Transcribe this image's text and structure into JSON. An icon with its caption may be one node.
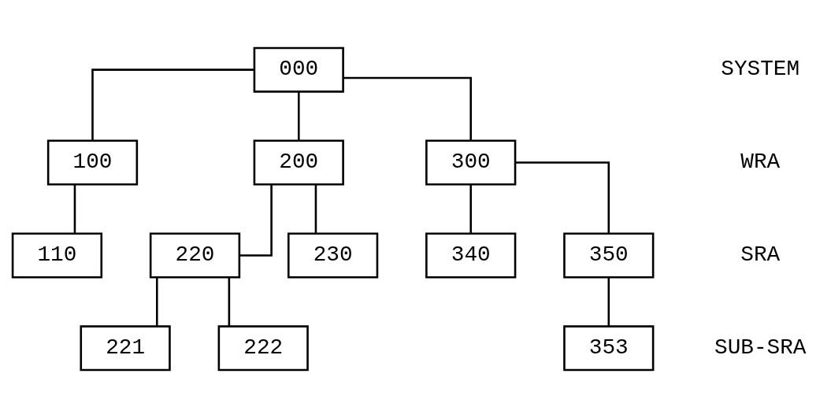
{
  "diagram": {
    "nodes": [
      {
        "text": [
          "000"
        ]
      },
      {
        "text": [
          "100"
        ]
      },
      {
        "text": [
          "200"
        ]
      },
      {
        "text": [
          "300"
        ]
      },
      {
        "text": [
          "110"
        ]
      },
      {
        "text": [
          "220"
        ]
      },
      {
        "text": [
          "230"
        ]
      },
      {
        "text": [
          "340"
        ]
      },
      {
        "text": [
          "350"
        ]
      },
      {
        "text": [
          "221"
        ]
      },
      {
        "text": [
          "222"
        ]
      },
      {
        "text": [
          "353"
        ]
      }
    ],
    "edges": [
      {
        "from": 0,
        "to": 1,
        "arrow": "none"
      },
      {
        "from": 0,
        "to": 2,
        "arrow": "none"
      },
      {
        "from": 0,
        "to": 3,
        "arrow": "none"
      },
      {
        "from": 1,
        "to": 4,
        "arrow": "none"
      },
      {
        "from": 2,
        "to": 5,
        "arrow": "none"
      },
      {
        "from": 2,
        "to": 6,
        "arrow": "none"
      },
      {
        "from": 3,
        "to": 7,
        "arrow": "none"
      },
      {
        "from": 3,
        "to": 8,
        "arrow": "none"
      },
      {
        "from": 5,
        "to": 9,
        "arrow": "none"
      },
      {
        "from": 5,
        "to": 10,
        "arrow": "none"
      },
      {
        "from": 8,
        "to": 11,
        "arrow": "none"
      }
    ],
    "labels": [
      "SYSTEM",
      "WRA",
      "SRA",
      "SUB-SRA"
    ]
  }
}
